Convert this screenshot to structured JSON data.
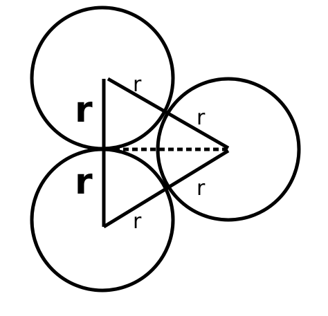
{
  "diagram": {
    "labels": {
      "top_vertical": "r",
      "bottom_vertical": "r",
      "top_edge_left": "r",
      "top_edge_right": "r",
      "bottom_edge_left": "r",
      "bottom_edge_right": "r"
    },
    "colors": {
      "stroke": "#000000",
      "background": "#ffffff"
    }
  }
}
